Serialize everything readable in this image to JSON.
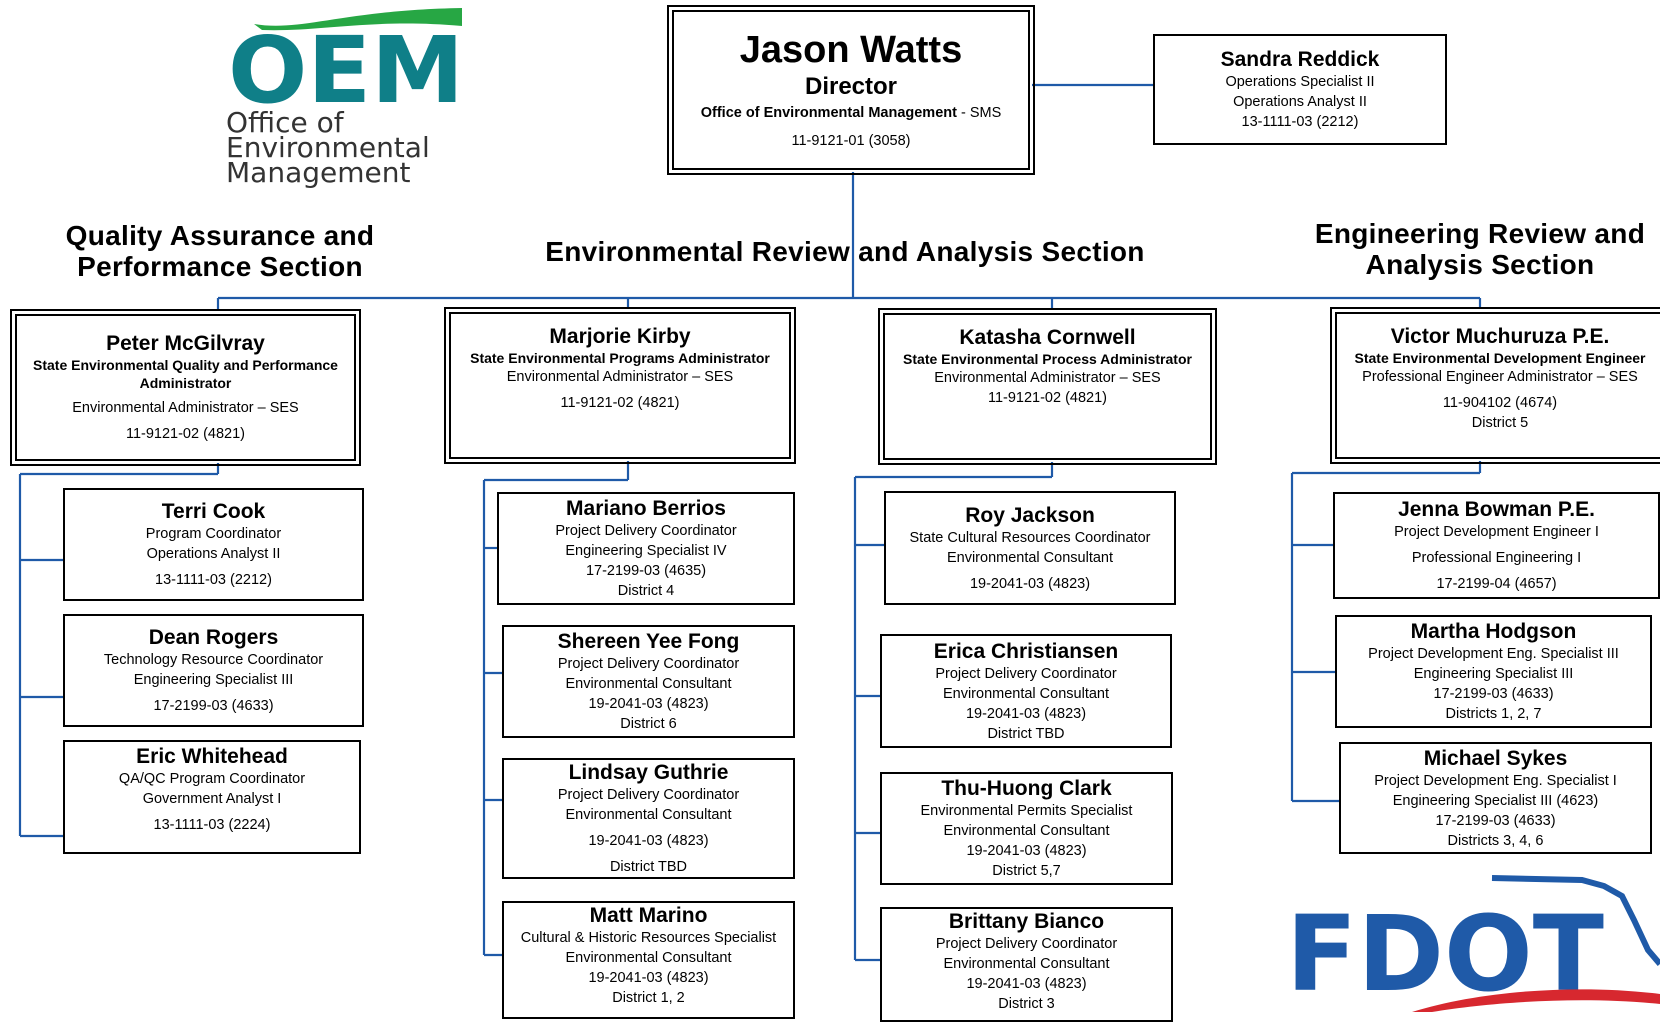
{
  "logos": {
    "oem": {
      "letters": "OEM",
      "line1": "Office of",
      "line2": "Environmental",
      "line3": "Management",
      "green": "#27a744",
      "teal": "#0f7f88"
    },
    "fdot": {
      "letters": "FDOT",
      "blue": "#1f5aa8",
      "red": "#d7282f"
    }
  },
  "line_color": "#1f5aa8",
  "director": {
    "name": "Jason Watts",
    "title": "Director",
    "org": "Office of Environmental Management",
    "org_suffix": "- SMS",
    "code": "11-9121-01 (3058)"
  },
  "assistant": {
    "name": "Sandra Reddick",
    "lines": [
      "Operations Specialist II",
      "Operations Analyst II",
      "13-1111-03 (2212)"
    ]
  },
  "sections": {
    "qa": "Quality Assurance and Performance Section",
    "qa_l1": "Quality Assurance and",
    "qa_l2": "Performance Section",
    "env": "Environmental Review and Analysis Section",
    "eng_l1": "Engineering Review and",
    "eng_l2": "Analysis Section"
  },
  "heads": [
    {
      "name": "Peter McGilvray",
      "bold1": "State Environmental Quality and Performance",
      "bold2": "Administrator",
      "l1": "Environmental Administrator – SES",
      "l2": "11-9121-02 (4821)"
    },
    {
      "name": "Marjorie Kirby",
      "bold1": "State Environmental Programs Administrator",
      "l1": "Environmental Administrator – SES",
      "l2": "11-9121-02 (4821)"
    },
    {
      "name": "Katasha Cornwell",
      "bold1": "State Environmental Process Administrator",
      "l1": "Environmental Administrator – SES",
      "l2": "11-9121-02 (4821)"
    },
    {
      "name": "Victor Muchuruza P.E.",
      "bold1": "State Environmental Development Engineer",
      "l1": "Professional Engineer Administrator – SES",
      "l2": "11-904102 (4674)",
      "l3": "District 5"
    }
  ],
  "qa_staff": [
    {
      "name": "Terri Cook",
      "l1": "Program Coordinator",
      "l2": "Operations Analyst II",
      "l3": "13-1111-03 (2212)"
    },
    {
      "name": "Dean Rogers",
      "l1": "Technology Resource Coordinator",
      "l2": "Engineering Specialist III",
      "l3": "17-2199-03 (4633)"
    },
    {
      "name": "Eric Whitehead",
      "l1": "QA/QC Program Coordinator",
      "l2": "Government Analyst I",
      "l3": "13-1111-03 (2224)"
    }
  ],
  "programs_staff": [
    {
      "name": "Mariano Berrios",
      "l1": "Project Delivery Coordinator",
      "l2": "Engineering Specialist IV",
      "l3": "17-2199-03 (4635)",
      "l4": "District 4"
    },
    {
      "name": "Shereen Yee Fong",
      "l1": "Project Delivery Coordinator",
      "l2": "Environmental Consultant",
      "l3": "19-2041-03 (4823)",
      "l4": "District 6"
    },
    {
      "name": "Lindsay Guthrie",
      "l1": "Project Delivery Coordinator",
      "l2": "Environmental Consultant",
      "l3": "19-2041-03 (4823)",
      "l4": "District TBD"
    },
    {
      "name": "Matt Marino",
      "l1": "Cultural & Historic Resources Specialist",
      "l2": "Environmental Consultant",
      "l3": "19-2041-03 (4823)",
      "l4": "District 1, 2"
    }
  ],
  "process_staff": [
    {
      "name": "Roy Jackson",
      "l1": "State Cultural Resources Coordinator",
      "l2": "Environmental Consultant",
      "l3": "19-2041-03 (4823)"
    },
    {
      "name": "Erica Christiansen",
      "l1": "Project Delivery Coordinator",
      "l2": "Environmental Consultant",
      "l3": "19-2041-03 (4823)",
      "l4": "District TBD"
    },
    {
      "name": "Thu-Huong Clark",
      "l1": "Environmental Permits Specialist",
      "l2": "Environmental Consultant",
      "l3": "19-2041-03 (4823)",
      "l4": "District 5,7"
    },
    {
      "name": "Brittany Bianco",
      "l1": "Project Delivery Coordinator",
      "l2": "Environmental Consultant",
      "l3": "19-2041-03 (4823)",
      "l4": "District 3"
    }
  ],
  "eng_staff": [
    {
      "name": "Jenna Bowman P.E.",
      "l1": "Project Development Engineer I",
      "l2": "Professional Engineering I",
      "l3": "17-2199-04 (4657)"
    },
    {
      "name": "Martha Hodgson",
      "l1": "Project Development Eng. Specialist III",
      "l2": "Engineering Specialist III",
      "l3": "17-2199-03 (4633)",
      "l4": "Districts 1, 2, 7"
    },
    {
      "name": "Michael Sykes",
      "l1": "Project Development Eng. Specialist I",
      "l2": "Engineering Specialist III (4623)",
      "l3": "17-2199-03 (4633)",
      "l4": "Districts 3, 4, 6"
    }
  ]
}
